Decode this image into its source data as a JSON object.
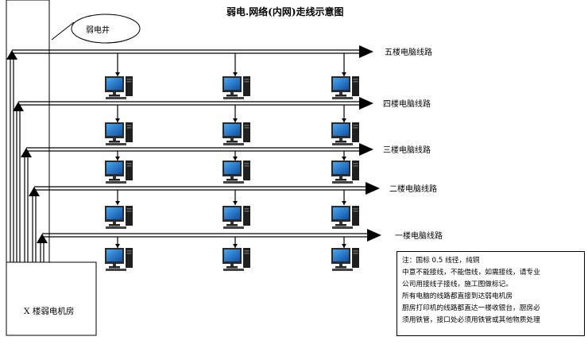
{
  "title": "弱电.网络(内网)走线示意图",
  "shaft_label": "弱电井",
  "room_label": "X 楼弱电机房",
  "floors": [
    {
      "label": "五楼电脑线路"
    },
    {
      "label": "四楼电脑线路"
    },
    {
      "label": "三楼电脑线路"
    },
    {
      "label": "二楼电脑线路"
    },
    {
      "label": "一楼电脑线路"
    }
  ],
  "note_lines": [
    "注：国标 0.5 线径，纯铜",
    "中意不能接线，不能借线，如需接线，请专业",
    "公司用接线子接线，施工图做标记。",
    "所有电脑的线路都直接到达弱电机房",
    "厨房打印机的线路都直达一楼收银台，厨房必",
    "须用铁管，接口处必须用铁管或其他物质处理"
  ],
  "colors": {
    "line": "#000000",
    "monitor_screen": "#1e73c8",
    "computer_body": "#222222"
  }
}
